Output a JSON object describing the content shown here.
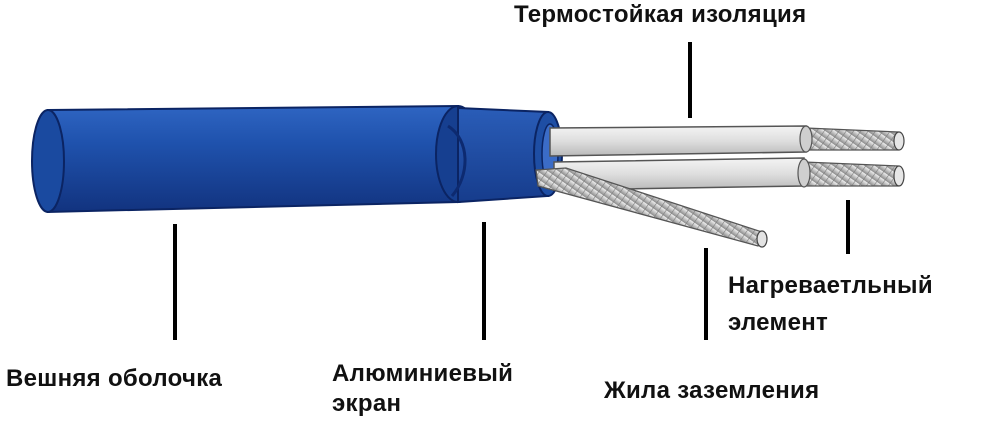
{
  "labels": {
    "insulation": "Термостойкая изоляция",
    "outer_sheath": "Вешняя оболочка",
    "aluminum_screen_line1": "Алюминиевый",
    "aluminum_screen_line2": "экран",
    "ground_wire": "Жила заземления",
    "heating_element_line1": "Нагреваетльный",
    "heating_element_line2": "элемент"
  },
  "colors": {
    "sheath": "#1d4ea6",
    "sheath_dark": "#0f2f78",
    "insulation": "#d9d9d9",
    "copper": "#c8c8c8",
    "leader": "#000000"
  }
}
